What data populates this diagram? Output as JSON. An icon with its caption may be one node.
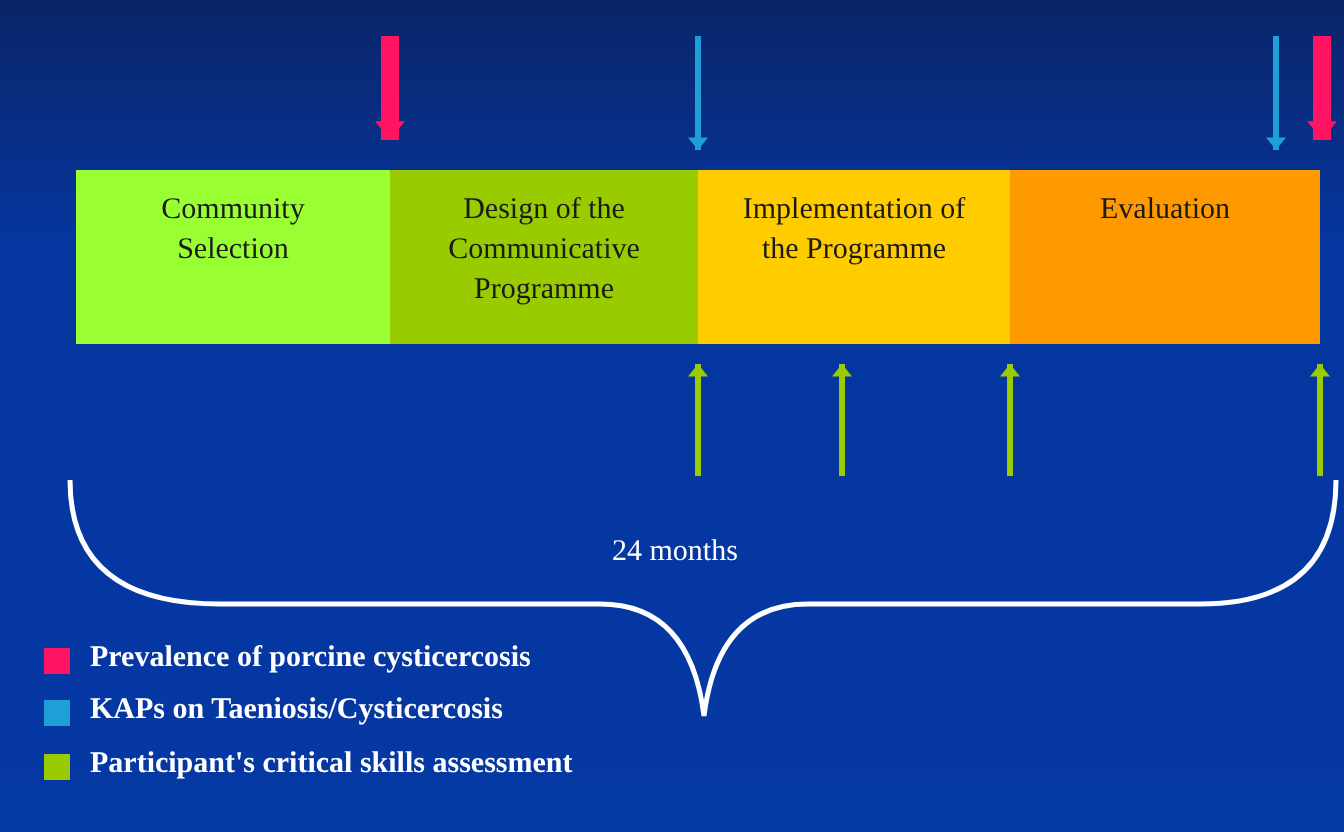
{
  "diagram": {
    "nodes": [
      {
        "text": [
          "Community Selection"
        ]
      },
      {
        "text": [
          "Design of the Communicative Programme"
        ]
      },
      {
        "text": [
          "Implementation of the Programme"
        ]
      },
      {
        "text": [
          "Evaluation"
        ]
      }
    ],
    "edges": [
      {
        "from": null,
        "to": 1,
        "arrow": "to",
        "style": "thick",
        "color": "#ff1464"
      },
      {
        "from": null,
        "to": 2,
        "arrow": "to",
        "color": "#1e9fd8"
      },
      {
        "from": null,
        "to": 3,
        "arrow": "to",
        "color": "#1e9fd8"
      },
      {
        "from": null,
        "to": 3,
        "arrow": "to",
        "style": "thick",
        "color": "#ff1464"
      },
      {
        "from": null,
        "to": 2,
        "arrow": "to"
      },
      {
        "from": null,
        "to": 2,
        "arrow": "to"
      },
      {
        "from": null,
        "to": 3,
        "arrow": "to"
      },
      {
        "from": null,
        "to": 3,
        "arrow": "to"
      }
    ],
    "labels": [
      "24 months"
    ],
    "legend": [
      {
        "text": "Prevalence of porcine cysticercosis",
        "color": "#ff1464"
      },
      {
        "text": "KAPs on Taeniosis/Cysticercosis",
        "color": "#1e9fd8"
      },
      {
        "text": "Participant's critical skills assessment",
        "color": "#99cc00"
      }
    ]
  }
}
